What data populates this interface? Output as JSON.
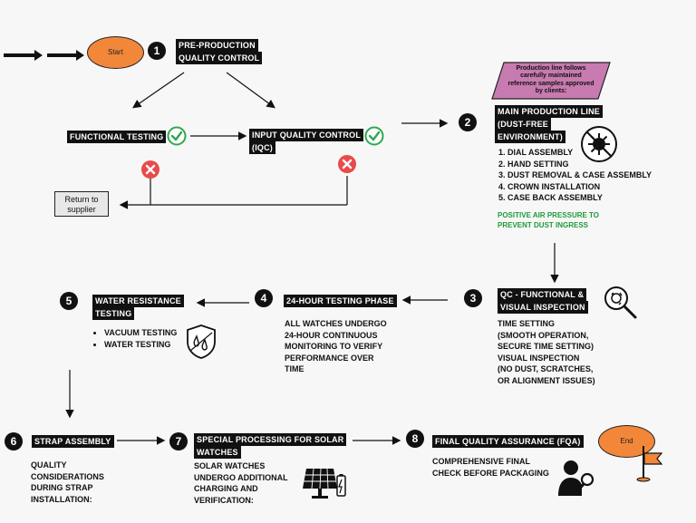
{
  "start": "Start",
  "end": "End",
  "steps": {
    "s1": {
      "num": "1",
      "title_l1": "PRE-PRODUCTION",
      "title_l2": "QUALITY CONTROL"
    },
    "functional_testing": "FUNCTIONAL TESTING",
    "iqc": {
      "l1": "INPUT QUALITY CONTROL",
      "l2": "(IQC)"
    },
    "return_supplier": {
      "l1": "Return to",
      "l2": "supplier"
    },
    "note": {
      "l1": "Production line follows",
      "l2": "carefully maintained",
      "l3": "reference samples approved",
      "l4": "by clients:"
    },
    "s2": {
      "num": "2",
      "l1": "MAIN PRODUCTION LINE",
      "l2": "(DUST-FREE",
      "l3": "ENVIRONMENT)",
      "items": [
        "1. DIAL ASSEMBLY",
        "2. HAND SETTING",
        "3. DUST REMOVAL & CASE ASSEMBLY",
        "4. CROWN INSTALLATION",
        "5. CASE BACK ASSEMBLY"
      ],
      "green_l1": "POSITIVE AIR PRESSURE TO",
      "green_l2": "PREVENT DUST INGRESS"
    },
    "s3": {
      "num": "3",
      "l1": "QC - FUNCTIONAL &",
      "l2": "VISUAL INSPECTION",
      "desc": [
        "TIME SETTING",
        "(SMOOTH OPERATION,",
        "SECURE TIME SETTING)",
        "VISUAL INSPECTION",
        "(NO DUST, SCRATCHES,",
        "OR ALIGNMENT ISSUES)"
      ]
    },
    "s4": {
      "num": "4",
      "title": "24-HOUR TESTING PHASE",
      "desc": [
        "ALL WATCHES UNDERGO",
        "24-HOUR CONTINUOUS",
        "MONITORING TO VERIFY",
        "PERFORMANCE OVER",
        "TIME"
      ]
    },
    "s5": {
      "num": "5",
      "l1": "WATER RESISTANCE",
      "l2": "TESTING",
      "items": [
        "VACUUM TESTING",
        "WATER TESTING"
      ]
    },
    "s6": {
      "num": "6",
      "title": "STRAP ASSEMBLY",
      "desc": [
        "QUALITY",
        "CONSIDERATIONS",
        "DURING STRAP",
        "INSTALLATION:"
      ]
    },
    "s7": {
      "num": "7",
      "l1": "SPECIAL PROCESSING FOR SOLAR",
      "l2": "WATCHES",
      "desc": [
        "SOLAR WATCHES",
        "UNDERGO ADDITIONAL",
        "CHARGING AND",
        "VERIFICATION:"
      ]
    },
    "s8": {
      "num": "8",
      "title": "FINAL QUALITY ASSURANCE (FQA)",
      "desc": [
        "COMPREHENSIVE FINAL",
        "CHECK BEFORE PACKAGING"
      ]
    }
  },
  "colors": {
    "accent": "#f2873a",
    "label_bg": "#111111",
    "check": "#2fa84f",
    "cross": "#e84b4b",
    "note": "#c77bb0",
    "green_text": "#1f9a3a"
  }
}
